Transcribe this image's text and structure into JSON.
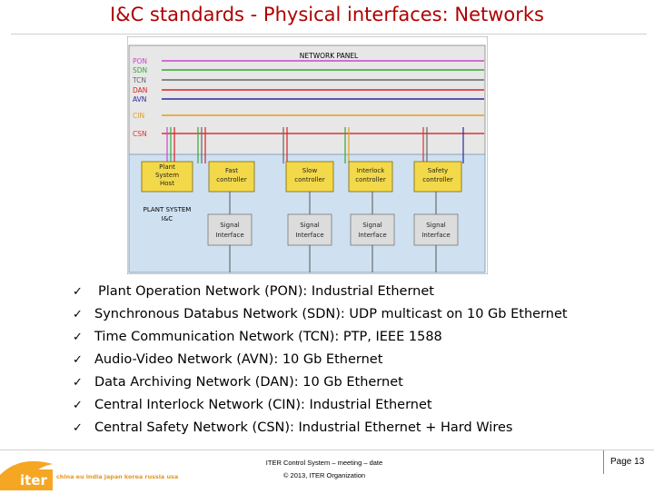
{
  "slide": {
    "title": "I&C standards - Physical interfaces: Networks"
  },
  "diagram": {
    "panel_label": "NETWORK PANEL",
    "networks": [
      {
        "label": "PON",
        "color": "#cc44cc"
      },
      {
        "label": "SDN",
        "color": "#33aa33"
      },
      {
        "label": "TCN",
        "color": "#666666"
      },
      {
        "label": "DAN",
        "color": "#dd2222"
      },
      {
        "label": "AVN",
        "color": "#2a2a9a"
      },
      {
        "label": "CIN",
        "color": "#e0a020"
      },
      {
        "label": "CSN",
        "color": "#e03030"
      }
    ],
    "system_label": [
      "PLANT SYSTEM",
      "I&C"
    ],
    "host_label": [
      "Plant",
      "System",
      "Host"
    ],
    "controllers": [
      {
        "label": [
          "Fast",
          "controller"
        ]
      },
      {
        "label": [
          "Slow",
          "controller"
        ]
      },
      {
        "label": [
          "Interlock",
          "controller"
        ]
      },
      {
        "label": [
          "Safety",
          "controller"
        ]
      }
    ],
    "signal_interfaces": [
      {
        "label": [
          "Signal",
          "Interface"
        ]
      },
      {
        "label": [
          "Signal",
          "Interface"
        ]
      },
      {
        "label": [
          "Signal",
          "Interface"
        ]
      },
      {
        "label": [
          "Signal",
          "Interface"
        ]
      }
    ]
  },
  "bullets": [
    {
      "text": "Plant Operation Network (PON): Industrial Ethernet",
      "indent": true
    },
    {
      "text": "Synchronous Databus Network (SDN): UDP multicast on 10 Gb Ethernet",
      "indent": false
    },
    {
      "text": "Time Communication Network (TCN): PTP, IEEE 1588",
      "indent": false
    },
    {
      "text": "Audio-Video Network (AVN): 10 Gb Ethernet",
      "indent": false
    },
    {
      "text": "Data Archiving Network (DAN): 10 Gb Ethernet",
      "indent": false
    },
    {
      "text": "Central Interlock Network (CIN): Industrial Ethernet",
      "indent": false
    },
    {
      "text": "Central Safety Network (CSN): Industrial Ethernet + Hard Wires",
      "indent": false
    }
  ],
  "footer": {
    "logo_text": "iter",
    "logo_members": "china eu india japan korea russia usa",
    "meeting_line": "ITER Control System – meeting – date",
    "copyright": "© 2013, ITER Organization",
    "page": "Page 13",
    "colors": {
      "logo_orange": "#f5a623",
      "logo_text": "#e8961e"
    }
  }
}
